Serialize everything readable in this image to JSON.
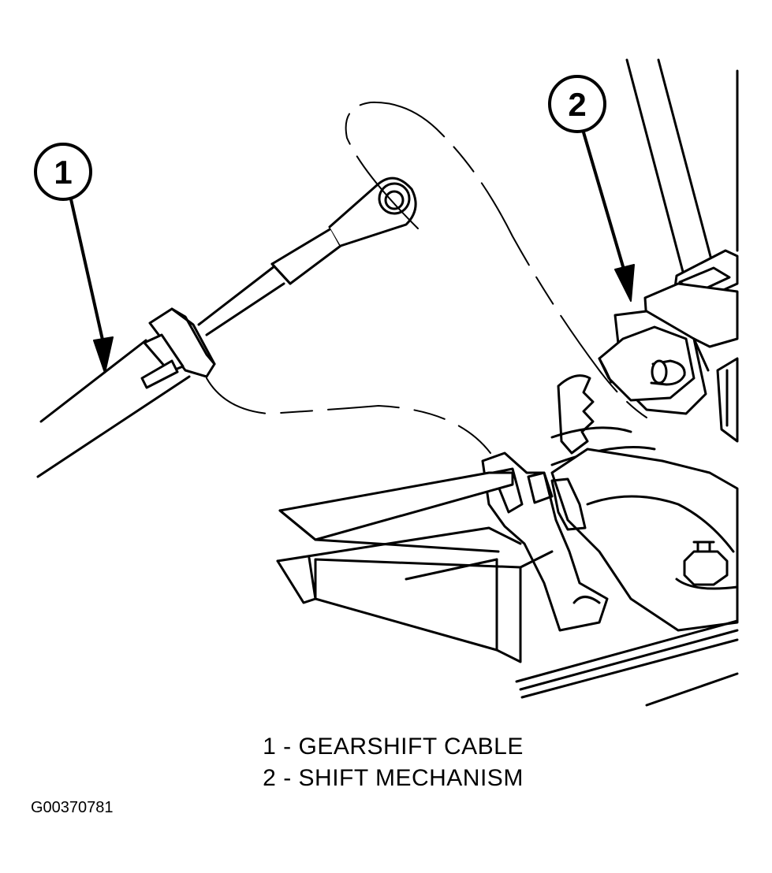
{
  "callouts": [
    {
      "number": "1",
      "target": "gearshift-cable"
    },
    {
      "number": "2",
      "target": "shift-mechanism"
    }
  ],
  "legend": [
    "1 - GEARSHIFT CABLE",
    "2 - SHIFT MECHANISM"
  ],
  "figure_id": "G00370781",
  "colors": {
    "ink": "#000000",
    "paper": "#ffffff"
  }
}
